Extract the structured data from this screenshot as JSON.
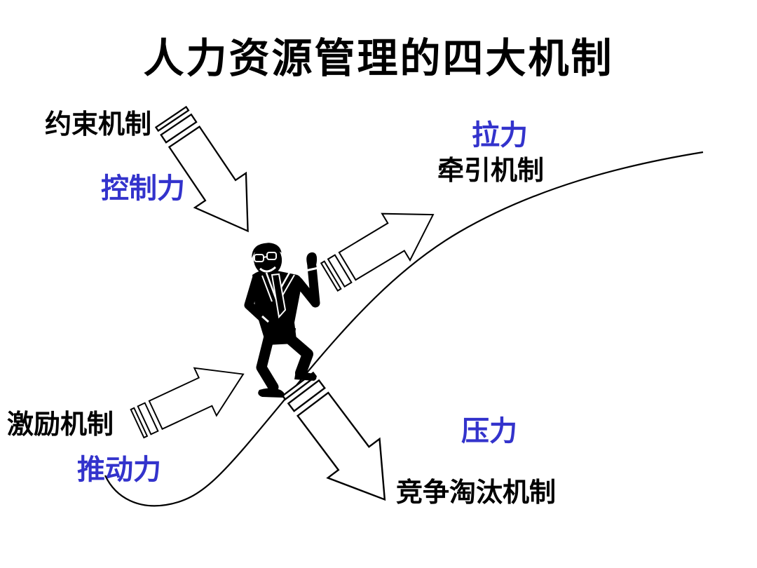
{
  "slide": {
    "title": "人力资源管理的四大机制",
    "background_color": "#ffffff",
    "colors": {
      "title_text": "#000000",
      "mechanism_text": "#000000",
      "force_text": "#3333cc",
      "line_and_arrow_outline": "#000000",
      "figure_silhouette": "#000000"
    },
    "mechanisms": [
      {
        "id": "restraint",
        "mechanism": "约束机制",
        "force": "控制力",
        "position": "top-left",
        "arrow_direction": "down-right"
      },
      {
        "id": "traction",
        "mechanism": "牵引机制",
        "force": "拉力",
        "position": "top-right",
        "arrow_direction": "up-right"
      },
      {
        "id": "incentive",
        "mechanism": "激励机制",
        "force": "推动力",
        "position": "bottom-left",
        "arrow_direction": "up-right"
      },
      {
        "id": "elimination",
        "mechanism": "竞争淘汰机制",
        "force": "压力",
        "position": "bottom-right",
        "arrow_direction": "down-right"
      }
    ],
    "graphics": {
      "center_figure": "businessman-climbing-icon",
      "curve": "s-shaped growth curve rising from lower-left dip to upper-right",
      "arrow_style": "white striped block arrows with black outline"
    }
  }
}
